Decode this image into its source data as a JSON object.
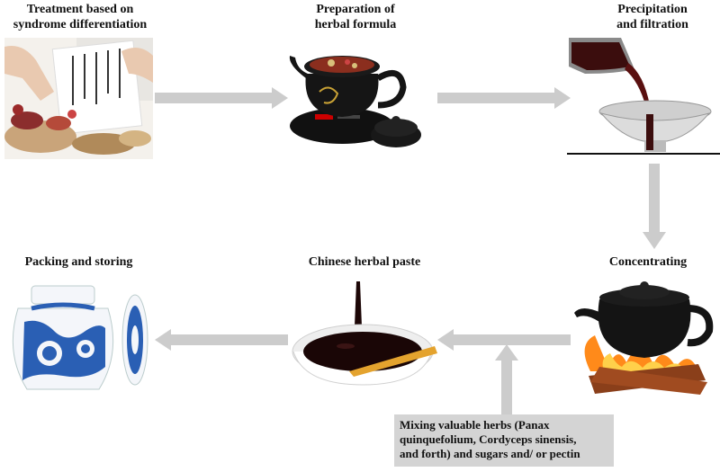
{
  "steps": {
    "treatment": {
      "line1": "Treatment based on",
      "line2": "syndrome differentiation"
    },
    "preparation": {
      "line1": "Preparation of",
      "line2": "herbal formula"
    },
    "precipitation": {
      "line1": "Precipitation",
      "line2": "and filtration"
    },
    "concentrating": {
      "label": "Concentrating"
    },
    "paste": {
      "label": "Chinese herbal paste"
    },
    "packing": {
      "label": "Packing and storing"
    }
  },
  "note": {
    "line1": "Mixing valuable herbs (Panax",
    "line2": "quinquefolium, Cordyceps sinensis,",
    "line3": "and forth) and sugars and/ or pectin"
  },
  "colors": {
    "arrow": "#cccccc",
    "note_bg": "#d4d4d4"
  }
}
